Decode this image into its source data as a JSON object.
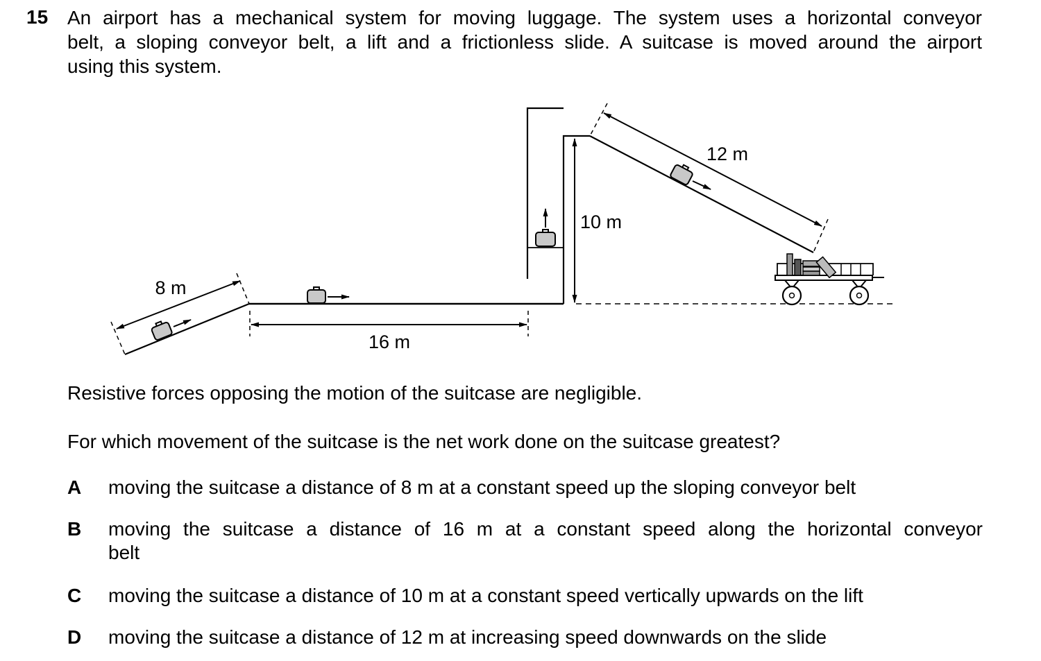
{
  "question": {
    "number": "15",
    "stem_lines": [
      "An airport has a mechanical system for moving luggage. The system uses a horizontal conveyor",
      "belt, a sloping conveyor belt, a lift and a frictionless slide. A suitcase is moved around the airport",
      "using this system."
    ],
    "diagram_labels": {
      "sloping_belt": "8 m",
      "horizontal_belt": "16 m",
      "lift": "10 m",
      "slide": "12 m"
    },
    "statement": "Resistive forces opposing the motion of the suitcase are negligible.",
    "prompt": "For which movement of the suitcase is the net work done on the suitcase greatest?",
    "options": [
      {
        "letter": "A",
        "lines": [
          "moving the suitcase a distance of 8 m at a constant speed up the sloping conveyor belt"
        ]
      },
      {
        "letter": "B",
        "lines": [
          "moving the suitcase a distance of 16 m at a constant speed along the horizontal conveyor",
          "belt"
        ]
      },
      {
        "letter": "C",
        "lines": [
          "moving the suitcase a distance of 10 m at a constant speed vertically upwards on the lift"
        ]
      },
      {
        "letter": "D",
        "lines": [
          "moving the suitcase a distance of 12 m at increasing speed downwards on the slide"
        ]
      }
    ]
  }
}
